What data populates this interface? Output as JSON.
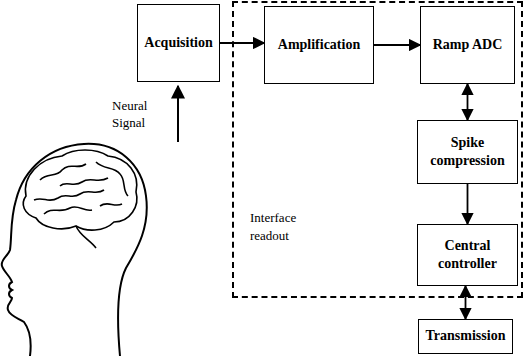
{
  "diagram": {
    "nodes": [
      {
        "text": [
          "Acquisition"
        ]
      },
      {
        "text": [
          "Interface readout"
        ]
      },
      {
        "text": [
          "Amplification"
        ],
        "in": 1
      },
      {
        "text": [
          "Ramp ADC"
        ],
        "in": 1
      },
      {
        "text": [
          "Spike compression"
        ],
        "in": 1
      },
      {
        "text": [
          "Central controller"
        ],
        "in": 1
      },
      {
        "text": [
          "Transmission"
        ]
      }
    ],
    "edges": [
      {
        "from": 0,
        "to": 2,
        "arrow": "to"
      },
      {
        "from": 2,
        "to": 3,
        "arrow": "to"
      },
      {
        "from": 3,
        "to": 4,
        "arrow": "both"
      },
      {
        "from": 4,
        "to": 5,
        "arrow": "to"
      },
      {
        "from": 5,
        "to": 6,
        "arrow": "both"
      }
    ],
    "labels": [
      "Neural Signal"
    ]
  }
}
